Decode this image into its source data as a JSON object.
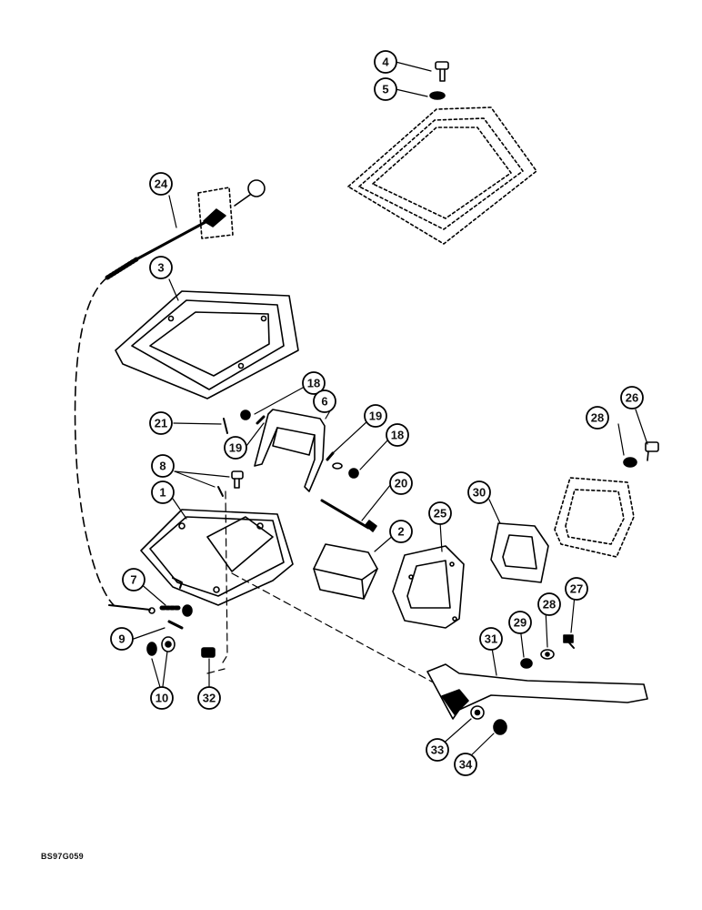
{
  "figure_code": "BS97G059",
  "callouts": [
    {
      "id": "c4",
      "label": "4"
    },
    {
      "id": "c5",
      "label": "5"
    },
    {
      "id": "c24",
      "label": "24"
    },
    {
      "id": "c3",
      "label": "3"
    },
    {
      "id": "c18a",
      "label": "18"
    },
    {
      "id": "c6",
      "label": "6"
    },
    {
      "id": "c21",
      "label": "21"
    },
    {
      "id": "c19a",
      "label": "19"
    },
    {
      "id": "c19b",
      "label": "19"
    },
    {
      "id": "c18b",
      "label": "18"
    },
    {
      "id": "c26",
      "label": "26"
    },
    {
      "id": "c28a",
      "label": "28"
    },
    {
      "id": "c8",
      "label": "8"
    },
    {
      "id": "c20",
      "label": "20"
    },
    {
      "id": "c1",
      "label": "1"
    },
    {
      "id": "c30",
      "label": "30"
    },
    {
      "id": "c25",
      "label": "25"
    },
    {
      "id": "c2",
      "label": "2"
    },
    {
      "id": "c7",
      "label": "7"
    },
    {
      "id": "c27",
      "label": "27"
    },
    {
      "id": "c28b",
      "label": "28"
    },
    {
      "id": "c29",
      "label": "29"
    },
    {
      "id": "c9",
      "label": "9"
    },
    {
      "id": "c31",
      "label": "31"
    },
    {
      "id": "c10",
      "label": "10"
    },
    {
      "id": "c32",
      "label": "32"
    },
    {
      "id": "c33",
      "label": "33"
    },
    {
      "id": "c34",
      "label": "34"
    }
  ]
}
